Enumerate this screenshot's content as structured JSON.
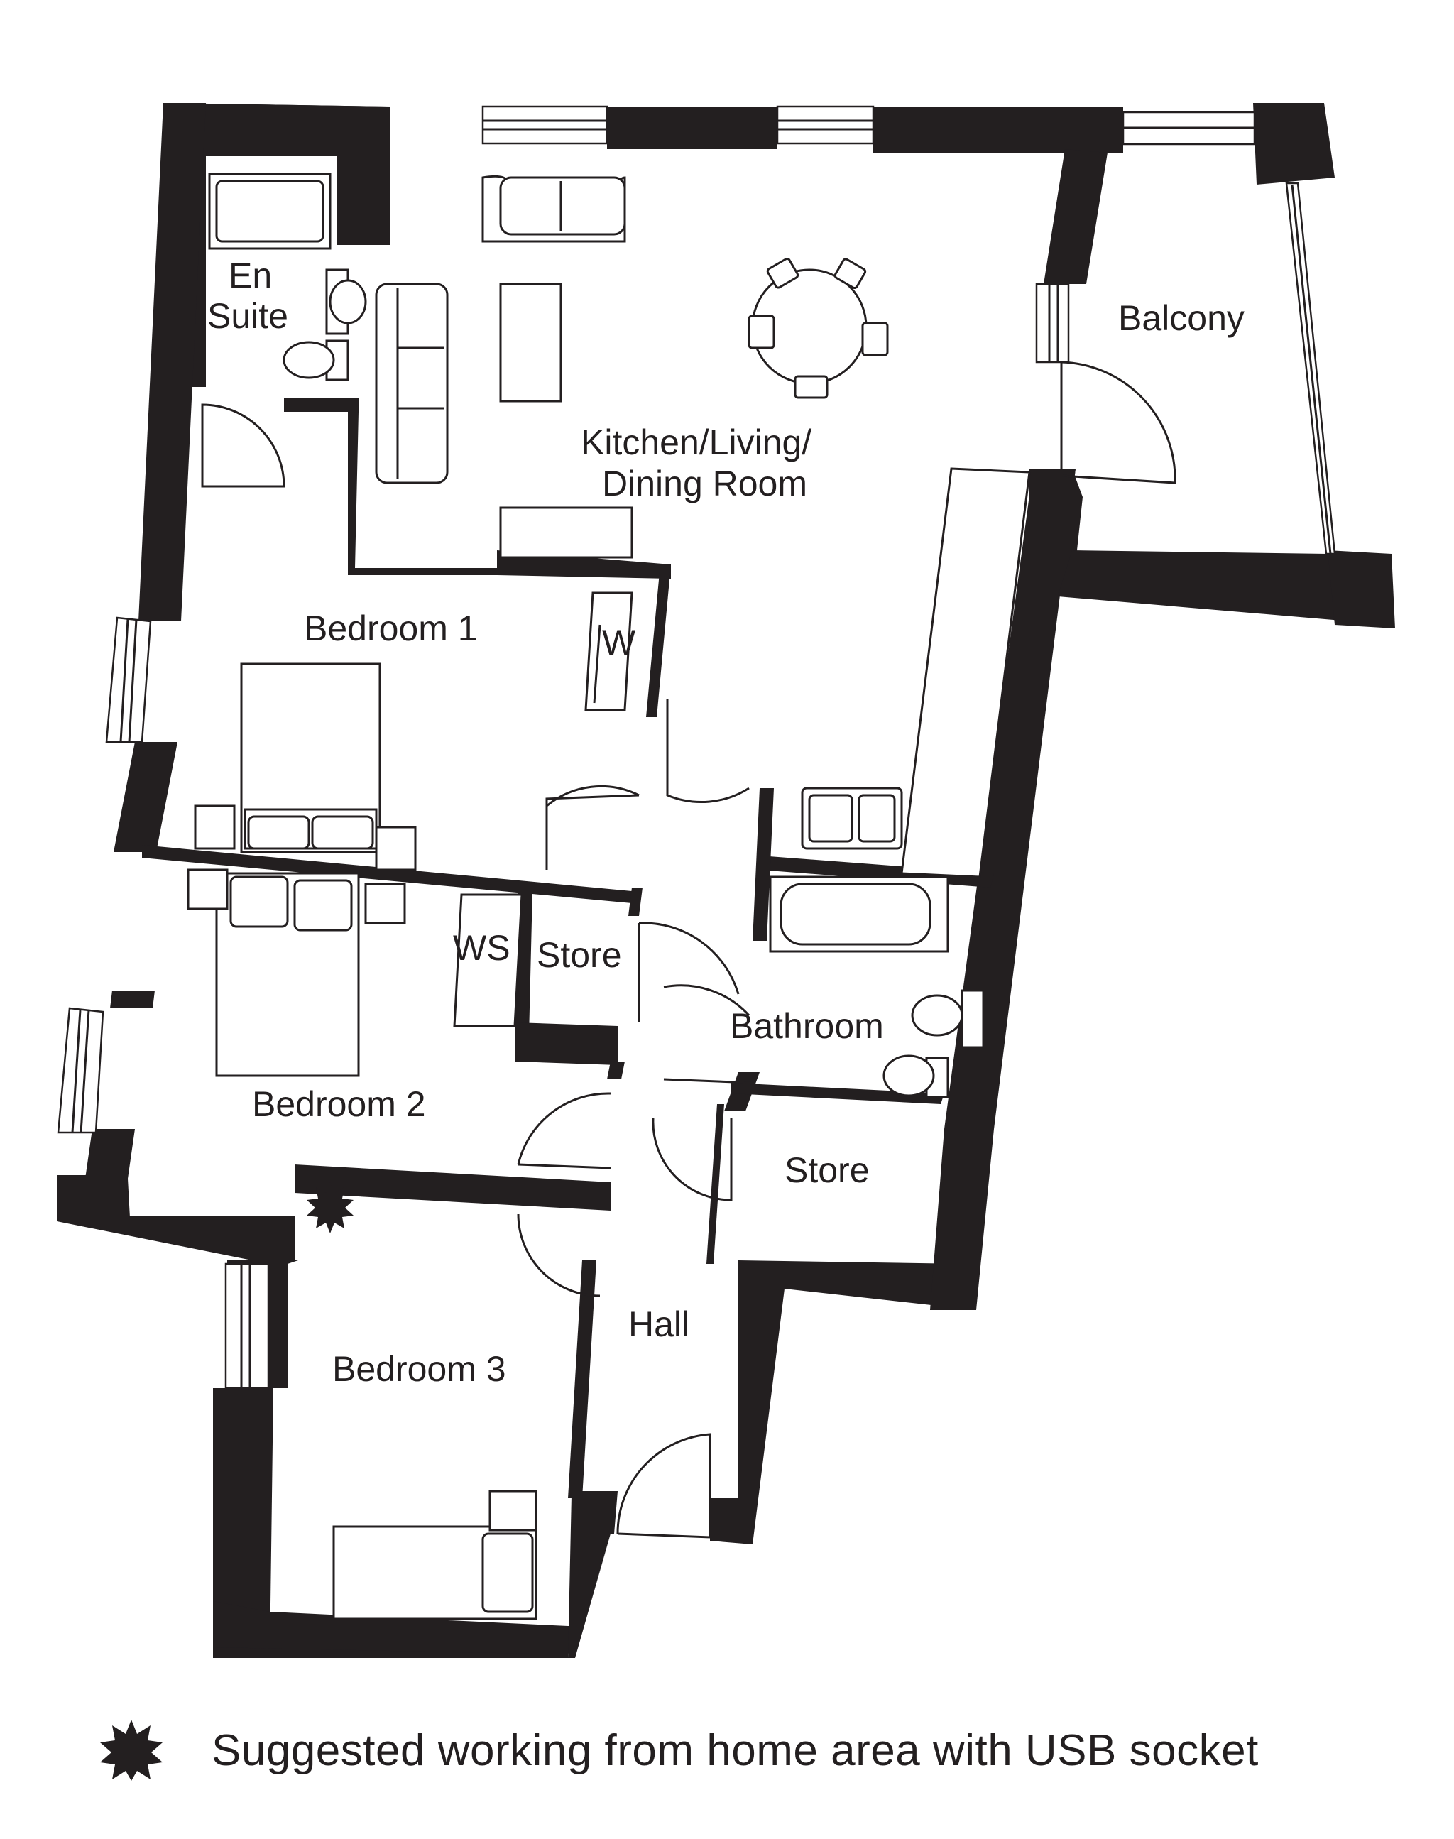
{
  "rooms": {
    "en_suite_line1": "En",
    "en_suite_line2": "Suite",
    "kitchen_line1": "Kitchen/Living/",
    "kitchen_line2": "Dining Room",
    "balcony": "Balcony",
    "bedroom1": "Bedroom 1",
    "wardrobe": "W",
    "ws": "WS",
    "store_small": "Store",
    "bathroom": "Bathroom",
    "bedroom2": "Bedroom 2",
    "store_right": "Store",
    "hall": "Hall",
    "bedroom3": "Bedroom 3"
  },
  "legend": {
    "text": "Suggested working from home area with USB socket",
    "icon": "star-burst-icon"
  },
  "colors": {
    "wall": "#231f20",
    "background": "#ffffff"
  }
}
